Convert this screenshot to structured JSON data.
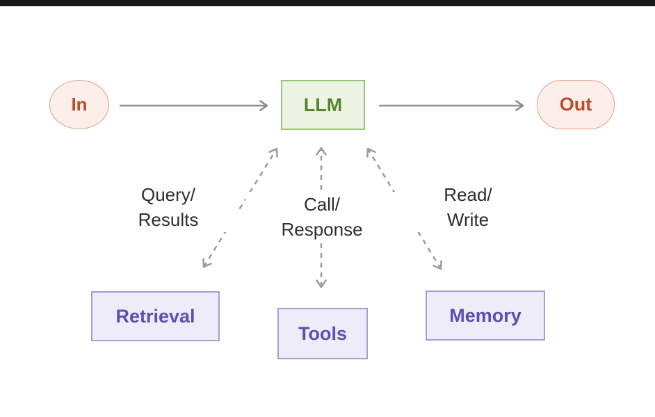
{
  "diagram": {
    "title": "LLM agent architecture diagram",
    "nodes": {
      "in": {
        "label": "In"
      },
      "llm": {
        "label": "LLM"
      },
      "out": {
        "label": "Out"
      },
      "retrieval": {
        "label": "Retrieval"
      },
      "tools": {
        "label": "Tools"
      },
      "memory": {
        "label": "Memory"
      }
    },
    "edges": {
      "retrieval": {
        "line1": "Query/",
        "line2": "Results"
      },
      "tools": {
        "line1": "Call/",
        "line2": "Response"
      },
      "memory": {
        "line1": "Read/",
        "line2": "Write"
      }
    },
    "colors": {
      "top_bar": "#191919",
      "in_out_fill": "#fcefe9",
      "in_out_border": "#e59d85",
      "in_out_text": "#bf4a2e",
      "llm_fill": "#edf4e4",
      "llm_border": "#97c573",
      "llm_text": "#53862c",
      "module_fill": "#efecf9",
      "module_border": "#a79cda",
      "module_text": "#5c4fb3",
      "solid_arrow": "#8e8e8e",
      "dashed_arrow": "#9e9e97",
      "edge_label_text": "#2d2d2d",
      "background": "#ffffff"
    }
  }
}
